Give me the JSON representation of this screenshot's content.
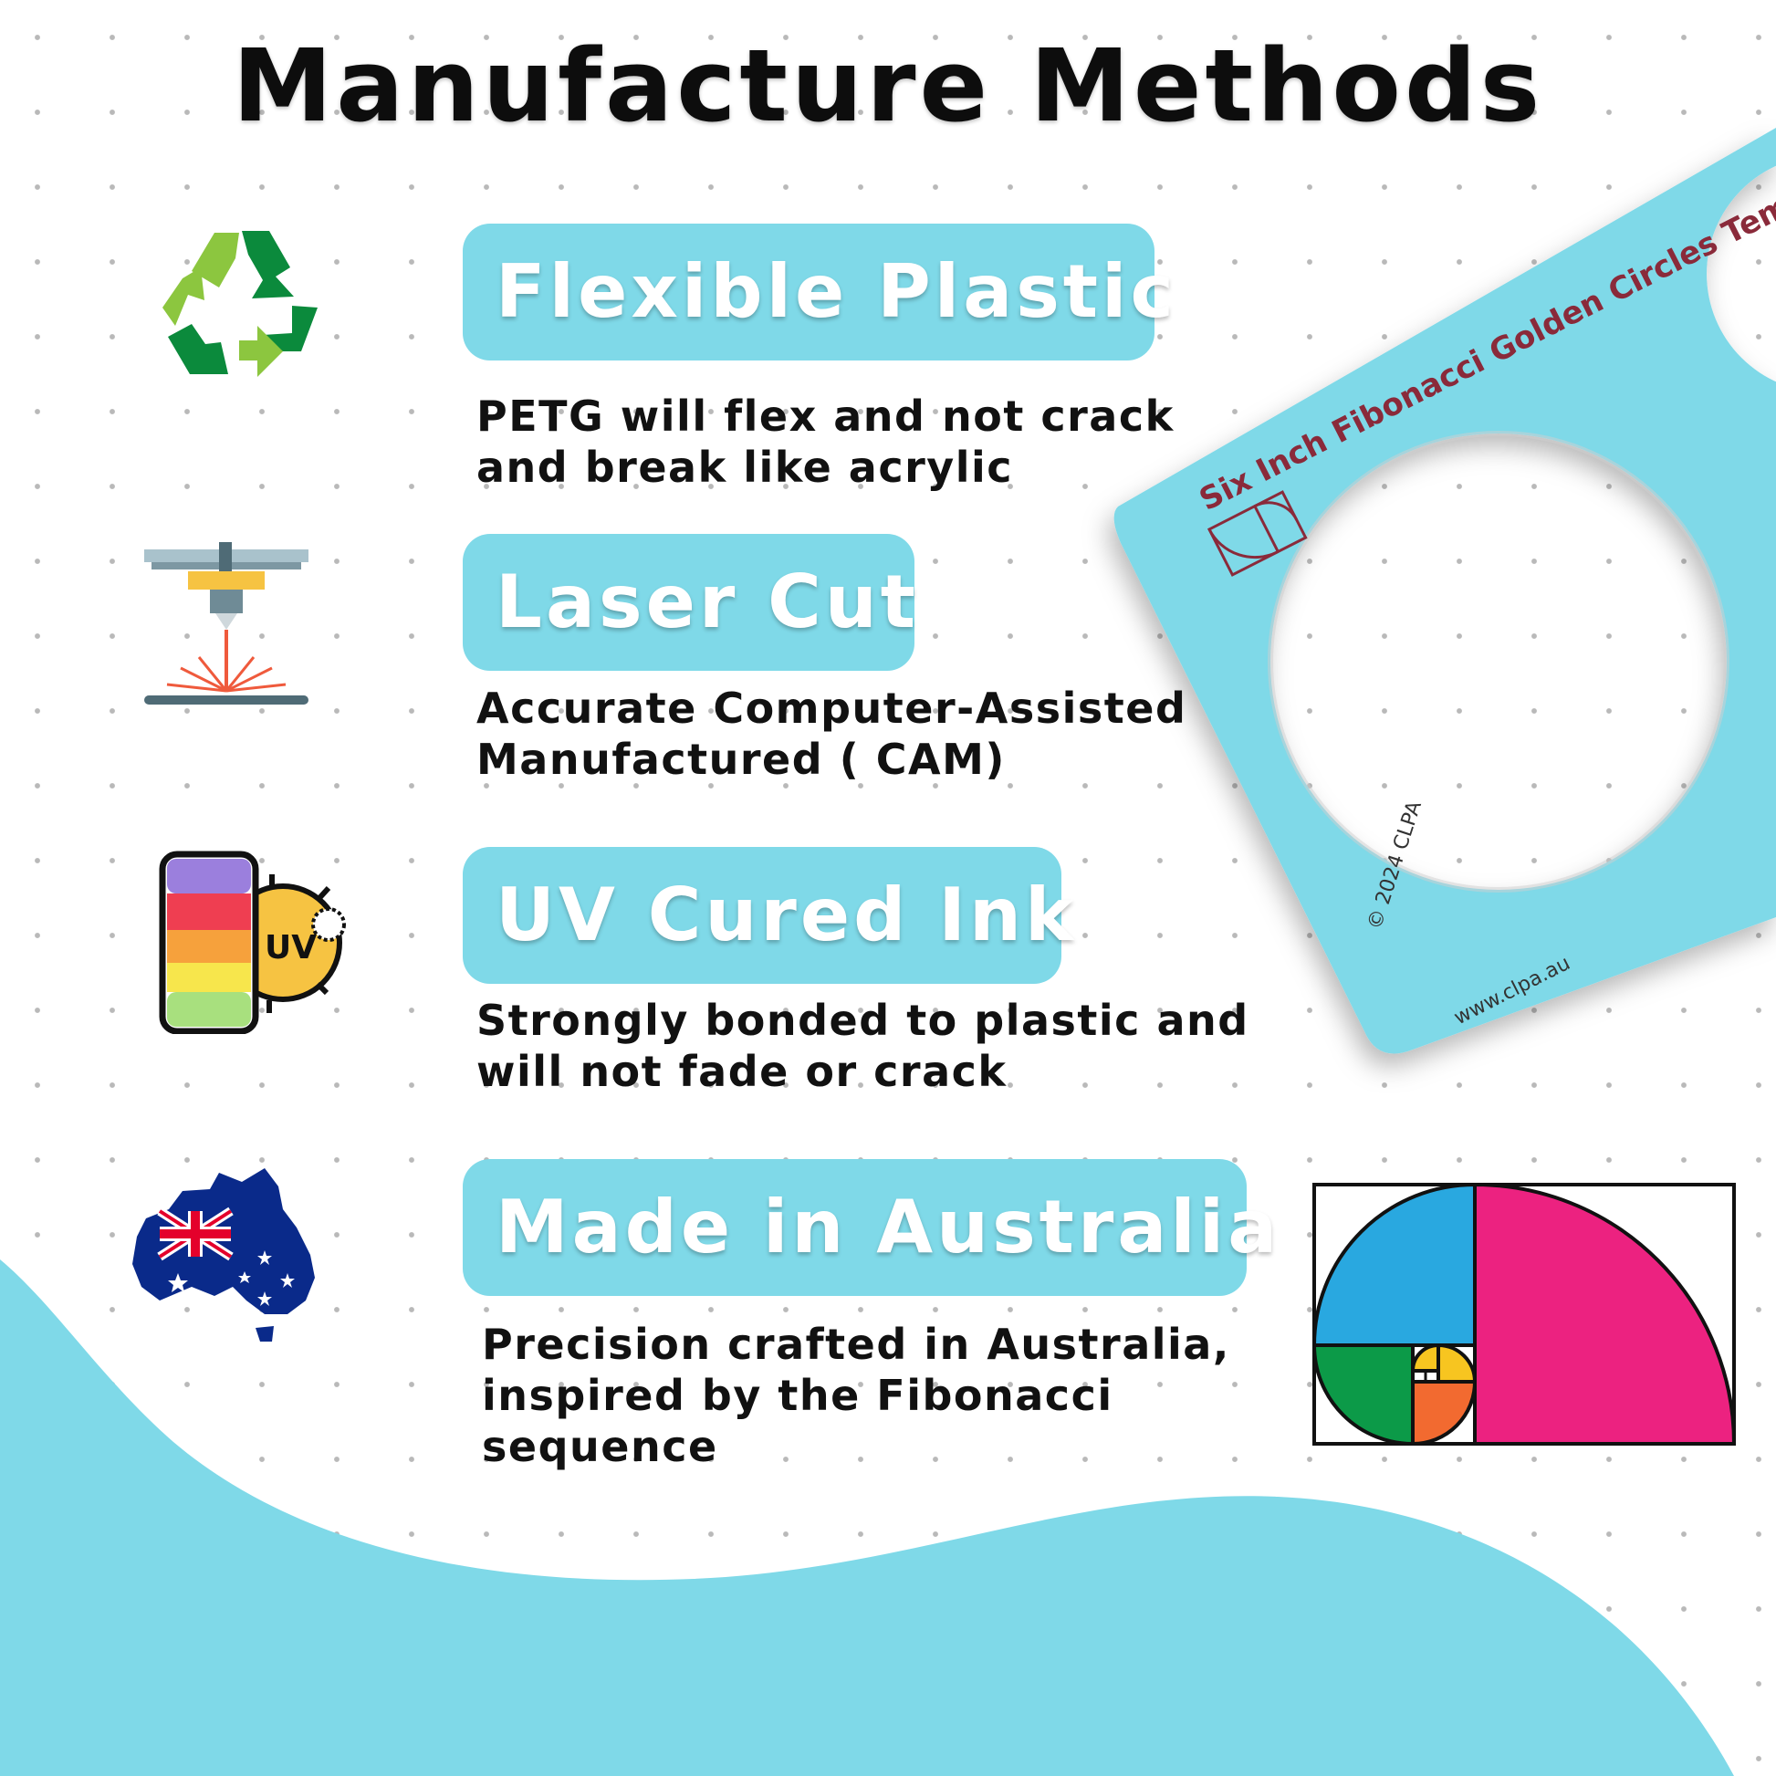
{
  "title": "Manufacture Methods",
  "features": [
    {
      "heading": "Flexible Plastic",
      "description": "PETG will flex and not crack\nand break like acrylic",
      "icon": "recycle-icon"
    },
    {
      "heading": "Laser Cut",
      "description": "Accurate Computer-Assisted\nManufactured ( CAM)",
      "icon": "laser-cutter-icon"
    },
    {
      "heading": "UV Cured Ink",
      "description": "Strongly bonded to plastic and\nwill not fade or crack",
      "icon": "uv-ink-icon"
    },
    {
      "heading": "Made in Australia",
      "description": "Precision crafted in Australia,\ninspired by the Fibonacci\nsequence",
      "icon": "australia-map-icon"
    }
  ],
  "template_product": {
    "label": "Six Inch Fibonacci Golden Circles Templat",
    "copyright": "© 2024 CLPA",
    "website": "www.clpa.au"
  },
  "uv_badge": "UV",
  "colors": {
    "accent": "#7fd9e8",
    "template_text": "#8a2a3a",
    "fib_blue": "#29a8e0",
    "fib_pink": "#ec2280",
    "fib_green": "#0c9a48",
    "fib_orange": "#f26a30",
    "fib_yellow": "#f7c520"
  }
}
